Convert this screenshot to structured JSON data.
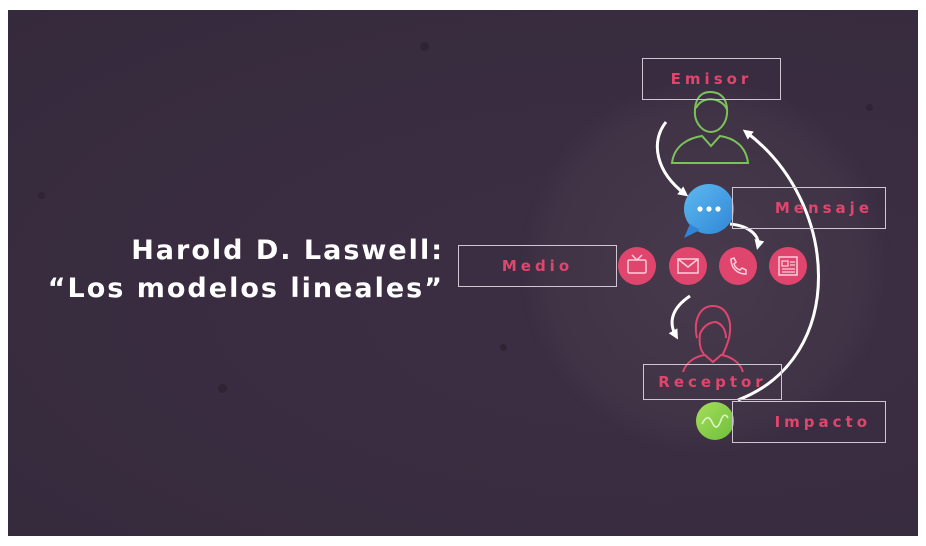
{
  "title": {
    "line1": "Harold D. Laswell:",
    "line2": "“Los modelos lineales”"
  },
  "labels": {
    "emisor": "Emisor",
    "mensaje": "Mensaje",
    "medio": "Medio",
    "receptor": "Receptor",
    "impacto": "Impacto"
  },
  "colors": {
    "background": "#3a2d41",
    "label_text": "#e0466d",
    "emisor_icon": "#7cc25a",
    "mensaje_bubble": "#4aa8e8",
    "medio_circles": "#e0466d",
    "receptor_icon": "#e0466d",
    "impacto_circle": "#8fd04a",
    "arrows": "#ffffff"
  },
  "icons": {
    "emisor": "man-avatar-icon",
    "mensaje": "chat-bubble-icon",
    "medio": [
      "tv-icon",
      "envelope-icon",
      "phone-icon",
      "newspaper-icon"
    ],
    "receptor": "woman-avatar-icon",
    "impacto": "wave-chart-icon"
  }
}
